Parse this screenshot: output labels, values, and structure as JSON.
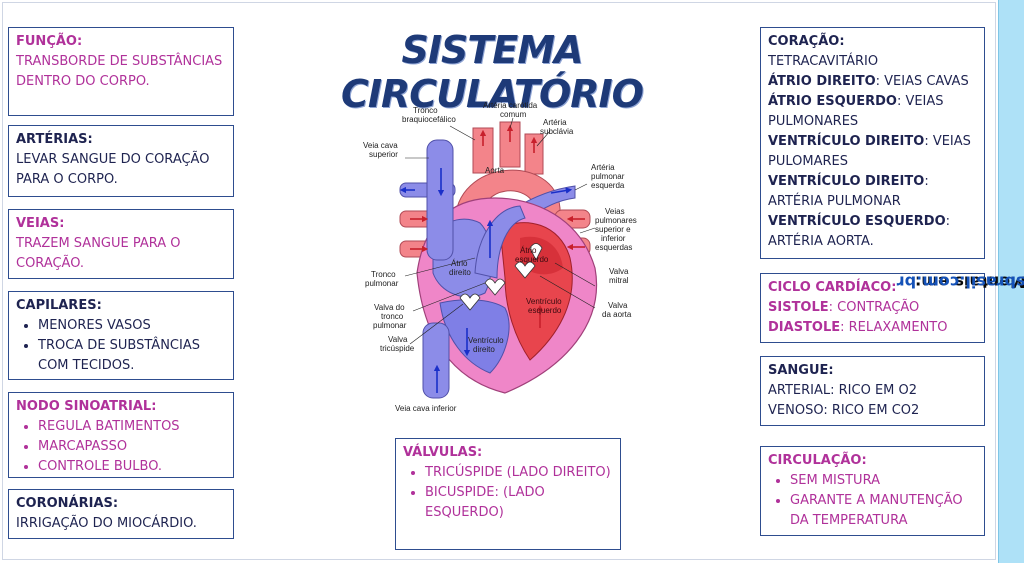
{
  "title": "SISTEMA CIRCULATÓRIO",
  "sidebar": {
    "prefix": "+ Mapas Mentais em: ",
    "url": "mentalmapsbrasil.com.br"
  },
  "left": {
    "funcao": {
      "heading": "FUNÇÃO:",
      "text": "TRANSBORDE DE SUBSTÂNCIAS DENTRO DO CORPO."
    },
    "arterias": {
      "heading": "ARTÉRIAS:",
      "text": "LEVAR SANGUE DO CORAÇÃO PARA O CORPO."
    },
    "veias": {
      "heading": "VEIAS:",
      "text": "TRAZEM SANGUE PARA O CORAÇÃO."
    },
    "capilares": {
      "heading": "CAPILARES:",
      "items": [
        "MENORES VASOS",
        "TROCA DE SUBSTÂNCIAS COM TECIDOS."
      ]
    },
    "nodo": {
      "heading": "NODO SINOATRIAL:",
      "items": [
        "REGULA BATIMENTOS",
        "MARCAPASSO",
        "CONTROLE BULBO."
      ]
    },
    "coronarias": {
      "heading": "CORONÁRIAS:",
      "text": "IRRIGAÇÃO DO MIOCÁRDIO."
    }
  },
  "center": {
    "valvulas": {
      "heading": "VÁLVULAS:",
      "items": [
        "TRICÚSPIDE (LADO DIREITO)",
        "BICUSPIDE: (LADO ESQUERDO)"
      ]
    }
  },
  "right": {
    "coracao": {
      "heading": "CORAÇÃO:",
      "line0": "TETRACAVITÁRIO",
      "rows": [
        {
          "b": "ÁTRIO DIREITO",
          "n": ": VEIAS CAVAS"
        },
        {
          "b": "ÁTRIO ESQUERDO",
          "n": ": VEIAS PULMONARES"
        },
        {
          "b": "VENTRÍCULO DIREITO",
          "n": ": VEIAS PULOMARES"
        },
        {
          "b": "VENTRÍCULO DIREITO",
          "n": ": ARTÉRIA PULMONAR"
        },
        {
          "b": "VENTRÍCULO ESQUERDO",
          "n": ": ARTÉRIA AORTA."
        }
      ]
    },
    "ciclo": {
      "heading": "CICLO CARDÍACO:",
      "rows": [
        {
          "b": "SISTOLE",
          "n": ": CONTRAÇÃO"
        },
        {
          "b": "DIASTOLE",
          "n": ": RELAXAMENTO"
        }
      ]
    },
    "sangue": {
      "heading": "SANGUE:",
      "lines": [
        "ARTERIAL: RICO EM O2",
        "VENOSO: RICO EM CO2"
      ]
    },
    "circulacao": {
      "heading": "CIRCULAÇÃO:",
      "items": [
        "SEM MISTURA",
        "GARANTE A MANUTENÇÃO DA TEMPERATURA"
      ]
    }
  },
  "diagram": {
    "labels": {
      "tronco_braq": [
        "Tronco",
        "braquiocefálico"
      ],
      "carotida": [
        "Artéria carótida",
        "comum"
      ],
      "subclavia": [
        "Artéria",
        "subclávia"
      ],
      "cava_sup": [
        "Veia cava",
        "superior"
      ],
      "aorta": "Aorta",
      "art_pulm_esq": [
        "Artéria",
        "pulmonar",
        "esquerda"
      ],
      "veias_pulm": [
        "Veias",
        "pulmonares",
        "superior e",
        "inferior",
        "esquerdas"
      ],
      "atrio_dir": [
        "Átrio",
        "direito"
      ],
      "atrio_esq": [
        "Átrio",
        "esquerdo"
      ],
      "tronco_pulm": [
        "Tronco",
        "pulmonar"
      ],
      "valva_mitral": [
        "Valva",
        "mitral"
      ],
      "valva_tronco": [
        "Valva do",
        "tronco",
        "pulmonar"
      ],
      "valva_aorta": [
        "Valva",
        "da aorta"
      ],
      "vent_esq": [
        "Ventrículo",
        "esquerdo"
      ],
      "valva_tric": [
        "Valva",
        "tricúspide"
      ],
      "vent_dir": [
        "Ventrículo",
        "direito"
      ],
      "cava_inf": "Veia cava inferior"
    },
    "colors": {
      "red": "#e8454d",
      "blue": "#7f7fe6",
      "pink": "#ef86c8",
      "salmon": "#f3848a",
      "darkred": "#c8202c"
    }
  }
}
